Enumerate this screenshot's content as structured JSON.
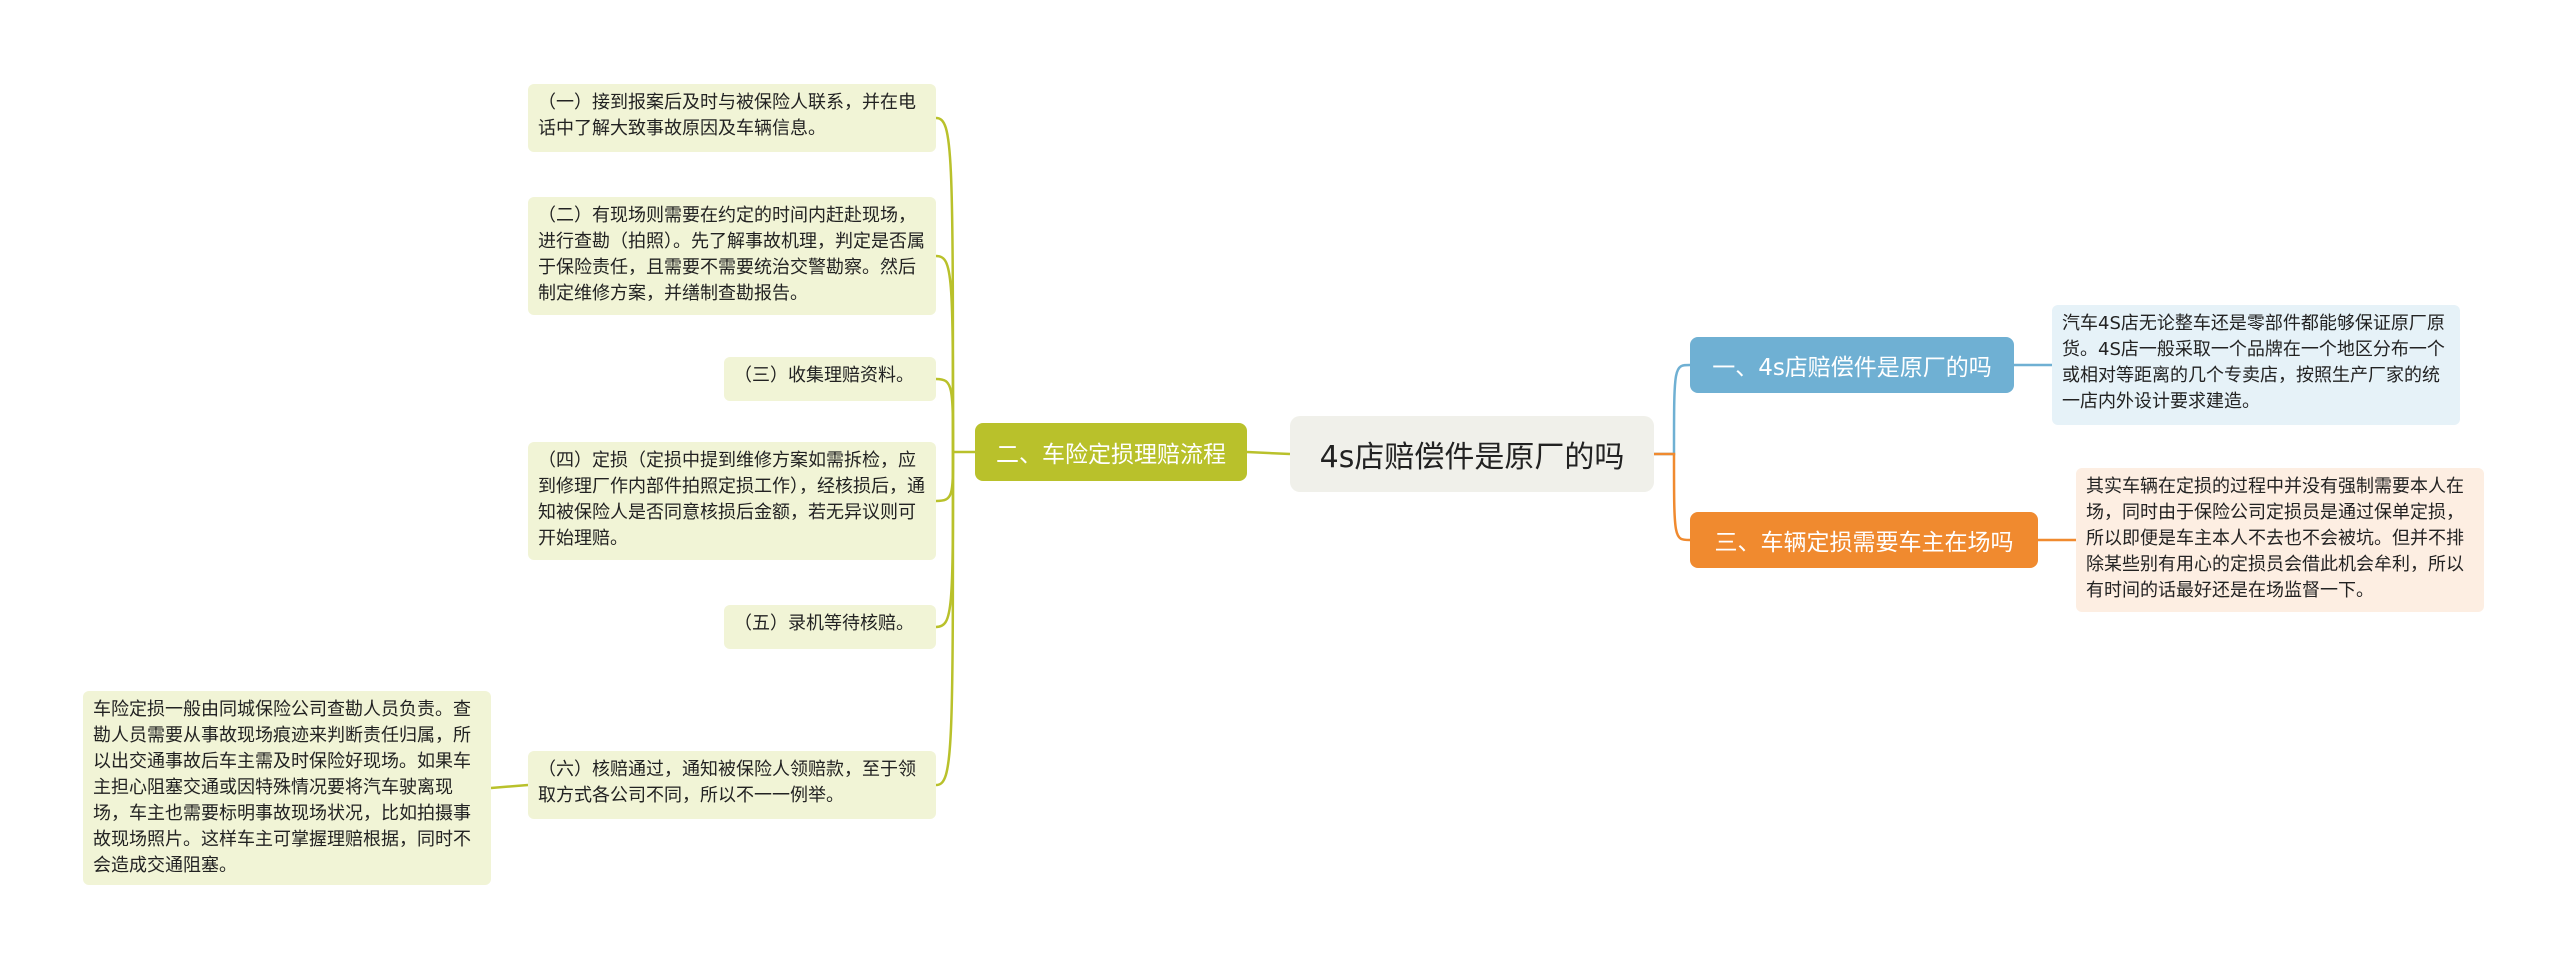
{
  "root": {
    "label": "4s店赔偿件是原厂的吗"
  },
  "branches": [
    {
      "label": "二、车险定损理赔流程",
      "color": "#b9c12b",
      "children": [
        "（一）接到报案后及时与被保险人联系，并在电话中了解大致事故原因及车辆信息。",
        "（二）有现场则需要在约定的时间内赶赴现场，进行查勘（拍照）。先了解事故机理，判定是否属于保险责任，且需要不需要统治交警勘察。然后制定维修方案，并缮制查勘报告。",
        "（三）收集理赔资料。",
        "（四）定损（定损中提到维修方案如需拆检，应到修理厂作内部件拍照定损工作），经核损后，通知被保险人是否同意核损后金额，若无异议则可开始理赔。",
        "（五）录机等待核赔。",
        "（六）核赔通过，通知被保险人领赔款，至于领取方式各公司不同，所以不一一例举。"
      ],
      "sub_note": "车险定损一般由同城保险公司查勘人员负责。查勘人员需要从事故现场痕迹来判断责任归属，所以出交通事故后车主需及时保险好现场。如果车主担心阻塞交通或因特殊情况要将汽车驶离现场，车主也需要标明事故现场状况，比如拍摄事故现场照片。这样车主可掌握理赔根据，同时不会造成交通阻塞。"
    },
    {
      "label": "一、4s店赔偿件是原厂的吗",
      "color": "#6fb0d3",
      "children": [
        "汽车4S店无论整车还是零部件都能够保证原厂原货。4S店一般采取一个品牌在一个地区分布一个或相对等距离的几个专卖店，按照生产厂家的统一店内外设计要求建造。"
      ]
    },
    {
      "label": "三、车辆定损需要车主在场吗",
      "color": "#f08a2f",
      "children": [
        "其实车辆在定损的过程中并没有强制需要本人在场，同时由于保险公司定损员是通过保单定损，所以即便是车主本人不去也不会被坑。但并不排除某些别有用心的定损员会借此机会牟利，所以有时间的话最好还是在场监督一下。"
      ]
    }
  ]
}
